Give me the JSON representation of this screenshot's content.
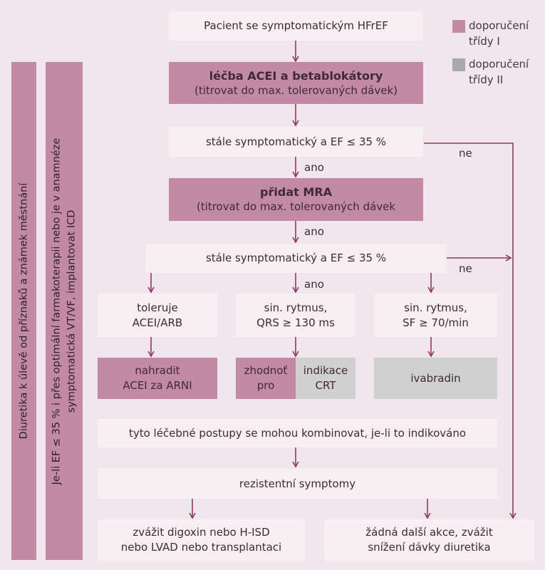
{
  "legend": {
    "class1": {
      "label_line1": "doporučení",
      "label_line2": "třídy I",
      "color": "#c28aa3"
    },
    "class2": {
      "label_line1": "doporučení",
      "label_line2": "třídy II",
      "color": "#a9a9a9"
    }
  },
  "side": {
    "diuretics": "Diuretika k úlevě od příznaků a známek městnání",
    "icd_line1": "Je-li EF ≤ 35 % i přes optimální farmakoterapii nebo je v anamnéze",
    "icd_line2": "symptomatická VT/VF, implantovat ICD"
  },
  "nodes": {
    "patient": "Pacient se symptomatickým HFrEF",
    "acei_title": "léčba ACEI a betablokátory",
    "acei_sub": "(titrovat do max. tolerovaných dávek)",
    "check1": "stále symptomatický a EF ≤ 35 %",
    "mra_title": "přidat MRA",
    "mra_sub": "(titrovat do max. tolerovaných dávek",
    "check2": "stále symptomatický a EF ≤ 35 %",
    "tol_line1": "toleruje",
    "tol_line2": "ACEI/ARB",
    "sin_qrs_line1": "sin. rytmus,",
    "sin_qrs_line2": "QRS ≥ 130 ms",
    "sin_sf_line1": "sin. rytmus,",
    "sin_sf_line2": "SF ≥ 70/min",
    "arni_line1": "nahradit",
    "arni_line2": "ACEI za ARNI",
    "crt_left_line1": "zhodnoť",
    "crt_left_line2": "pro",
    "crt_right_line1": "indikace",
    "crt_right_line2": "CRT",
    "ivabradin": "ivabradin",
    "combine": "tyto léčebné postupy se mohou kombinovat, je-li to indikováno",
    "resistant": "rezistentní symptomy",
    "digoxin_line1": "zvážit digoxin nebo H-ISD",
    "digoxin_line2": "nebo LVAD nebo transplantaci",
    "noaction_line1": "žádná další akce, zvážit",
    "noaction_line2": "snížení dávky diuretika"
  },
  "labels": {
    "ano1": "ano",
    "ano2": "ano",
    "ano3": "ano",
    "ne1": "ne",
    "ne2": "ne"
  }
}
